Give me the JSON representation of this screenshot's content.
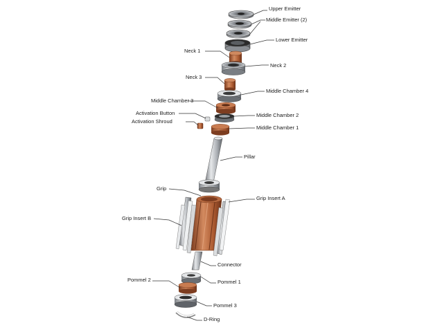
{
  "labels": {
    "upper_emitter": "Upper Emitter",
    "middle_emitter_2": "Middle Emitter (2)",
    "lower_emitter": "Lower Emitter",
    "neck_1": "Neck 1",
    "neck_2": "Neck 2",
    "neck_3": "Neck 3",
    "middle_chamber_4": "Middle Chamber 4",
    "middle_chamber_3": "Middle Chamber 3",
    "middle_chamber_2": "Middle Chamber 2",
    "middle_chamber_1": "Middle Chamber 1",
    "activation_button": "Activation Button",
    "activation_shroud": "Activation Shroud",
    "pillar": "Pillar",
    "grip": "Grip",
    "grip_insert_a": "Grip Insert A",
    "grip_insert_b": "Grip Insert B",
    "connector": "Connector",
    "pommel_1": "Pommel 1",
    "pommel_2": "Pommel 2",
    "pommel_3": "Pommel 3",
    "d_ring": "D-Ring"
  },
  "colors": {
    "copper": "#b8673f",
    "copper_dark": "#8a4526",
    "steel": "#c9ccd0",
    "steel_dark": "#6f7378",
    "leader": "#333333"
  }
}
